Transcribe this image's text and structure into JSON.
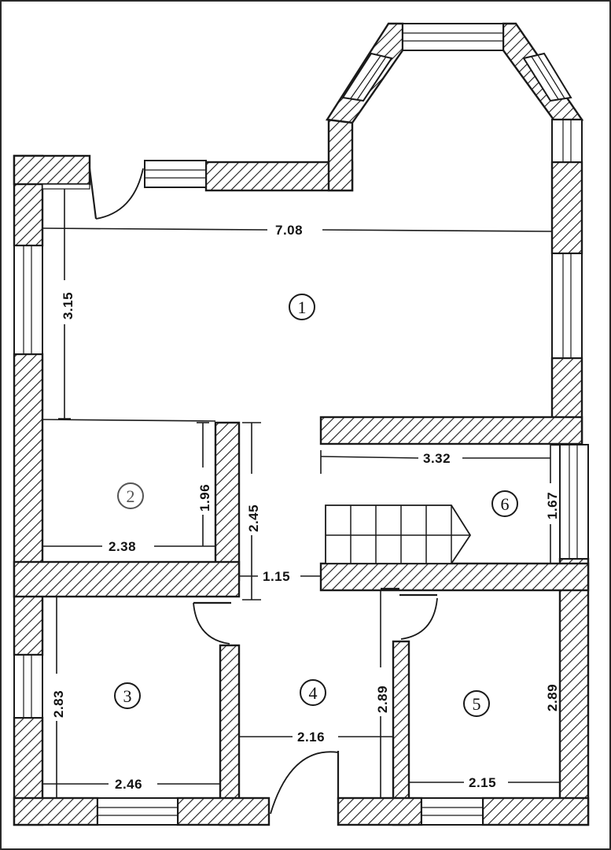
{
  "rooms": [
    {
      "number": "1"
    },
    {
      "number": "2"
    },
    {
      "number": "3"
    },
    {
      "number": "4"
    },
    {
      "number": "5"
    },
    {
      "number": "6"
    }
  ],
  "dimensions": {
    "room1_width": "7.08",
    "room1_depth": "3.15",
    "room2_width": "2.38",
    "room2_depth": "1.96",
    "hall_depth": "2.45",
    "hall_width": "1.15",
    "room6_width": "3.32",
    "room6_depth": "1.67",
    "room3_depth": "2.83",
    "room3_width": "2.46",
    "room4_width": "2.16",
    "room4_depth": "2.89",
    "room5_depth": "2.89",
    "room5_width": "2.15"
  }
}
